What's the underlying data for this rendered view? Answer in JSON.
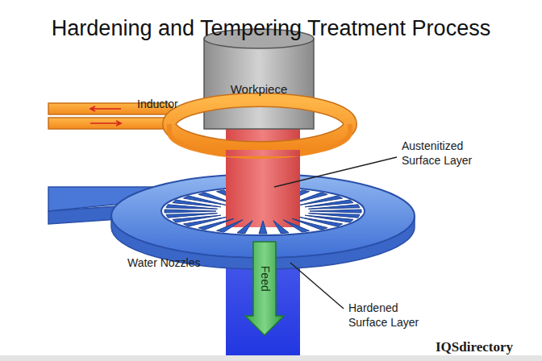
{
  "diagram": {
    "title": "Hardening and Tempering Treatment Process",
    "nodes": [
      {
        "text": [
          "Workpiece"
        ]
      }
    ],
    "labels": [
      "Inductor",
      "Austenitized Surface Layer",
      "Water Nozzles",
      "Hardened Surface Layer",
      "Feed",
      "IQSdirectory"
    ]
  }
}
